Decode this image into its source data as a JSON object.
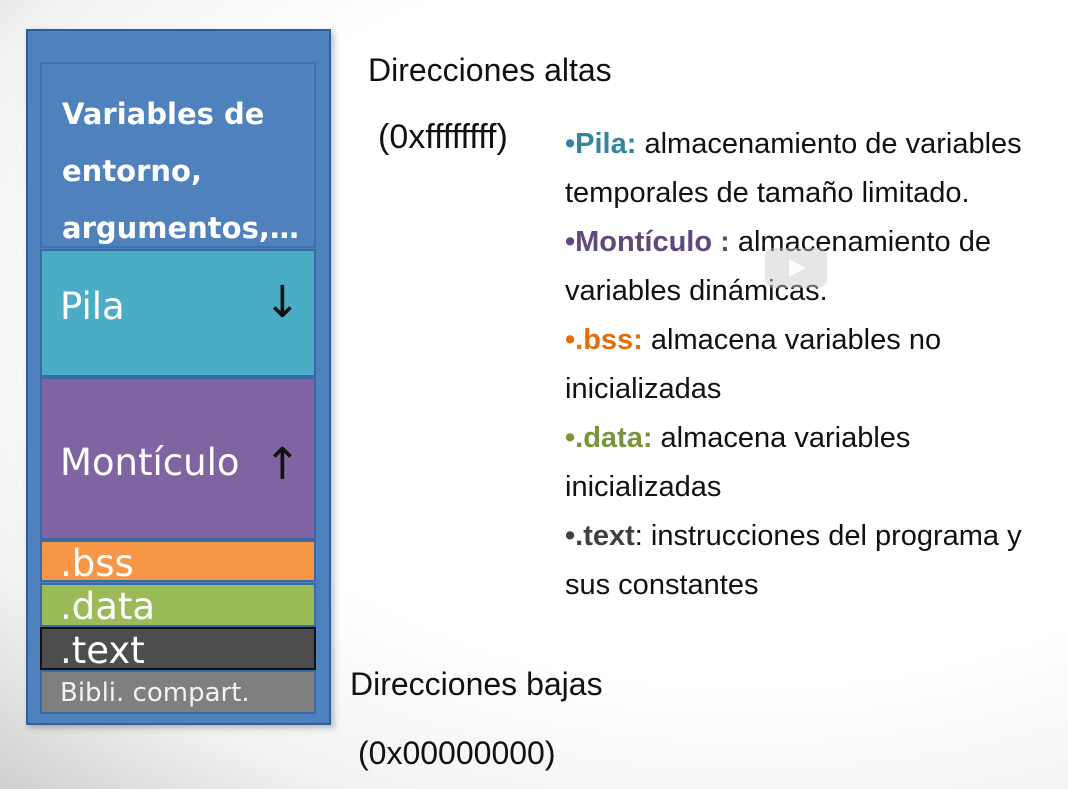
{
  "memory": {
    "env": "Variables de entorno, argumentos,…",
    "pila": "Pila",
    "monticulo": "Montículo",
    "bss": ".bss",
    "data": ".data",
    "text": ".text",
    "bibl": "Bibli. compart.",
    "arrow_down": "↓",
    "arrow_up": "↑"
  },
  "addresses": {
    "high_label": "Direcciones altas",
    "high_value": "(0xffffffff)",
    "low_label": "Direcciones bajas",
    "low_value": "(0x00000000)"
  },
  "descriptions": {
    "pila_key": "•Pila:",
    "pila_text": " almacenamiento de variables temporales de tamaño limitado.",
    "monticulo_key": "•Montículo :",
    "monticulo_text": " almacenamiento de variables dinámicas.",
    "bss_key": "•.bss:",
    "bss_text": " almacena variables no inicializadas",
    "data_key": "•.data:",
    "data_text": " almacena variables inicializadas",
    "text_key": "•.text",
    "text_text": ": instrucciones del programa y sus constantes"
  },
  "colors": {
    "frame": "#4f81bd",
    "pila": "#4bacc6",
    "monticulo": "#8064a2",
    "bss": "#f79646",
    "data": "#9bbb59",
    "text": "#4d4d4d",
    "bibl": "#7f7f7f"
  },
  "overlay": {
    "icon": "play-icon"
  }
}
